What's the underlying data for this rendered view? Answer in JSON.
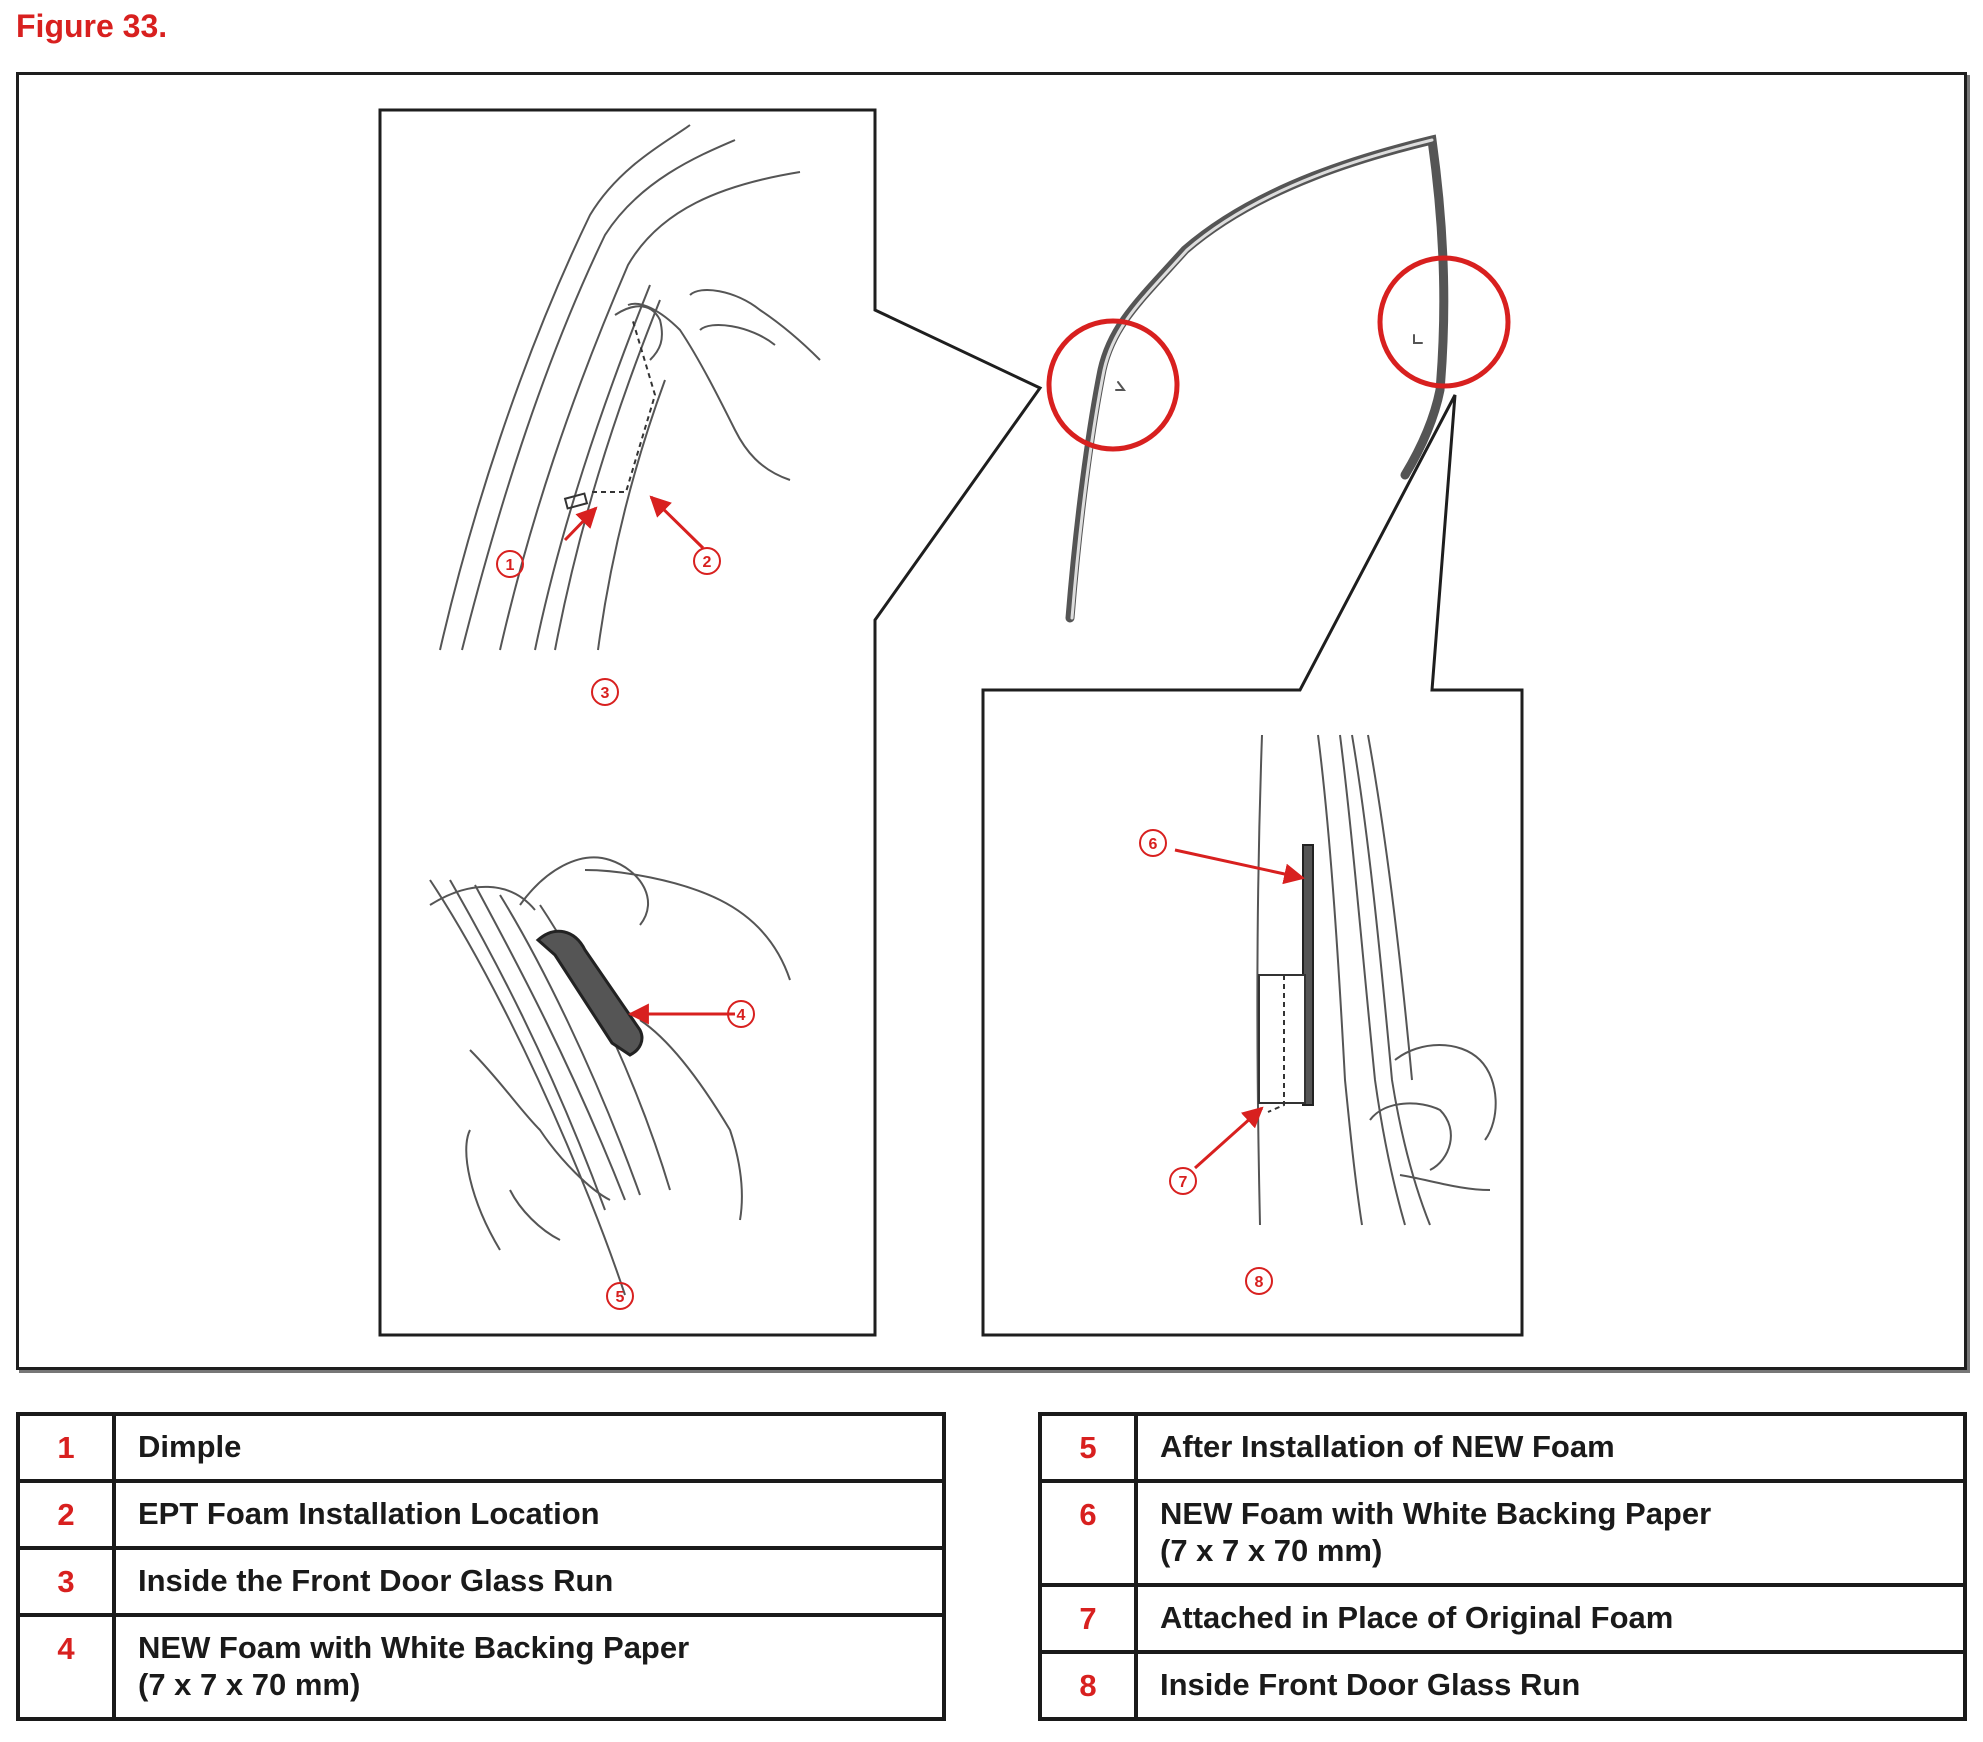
{
  "figure": {
    "title": "Figure 33.",
    "accent_color": "#d8201f",
    "callouts": [
      "1",
      "2",
      "3",
      "4",
      "5",
      "6",
      "7",
      "8"
    ]
  },
  "legend_left": [
    {
      "num": "1",
      "text": "Dimple"
    },
    {
      "num": "2",
      "text": "EPT Foam Installation Location"
    },
    {
      "num": "3",
      "text": "Inside the Front Door Glass Run"
    },
    {
      "num": "4",
      "text": "NEW Foam with White Backing Paper",
      "text2": "(7 x 7 x 70 mm)"
    }
  ],
  "legend_right": [
    {
      "num": "5",
      "text": "After Installation of NEW Foam"
    },
    {
      "num": "6",
      "text": "NEW Foam with White Backing Paper",
      "text2": "(7 x 7 x 70 mm)"
    },
    {
      "num": "7",
      "text": "Attached in Place of Original Foam"
    },
    {
      "num": "8",
      "text": "Inside Front Door Glass Run"
    }
  ]
}
